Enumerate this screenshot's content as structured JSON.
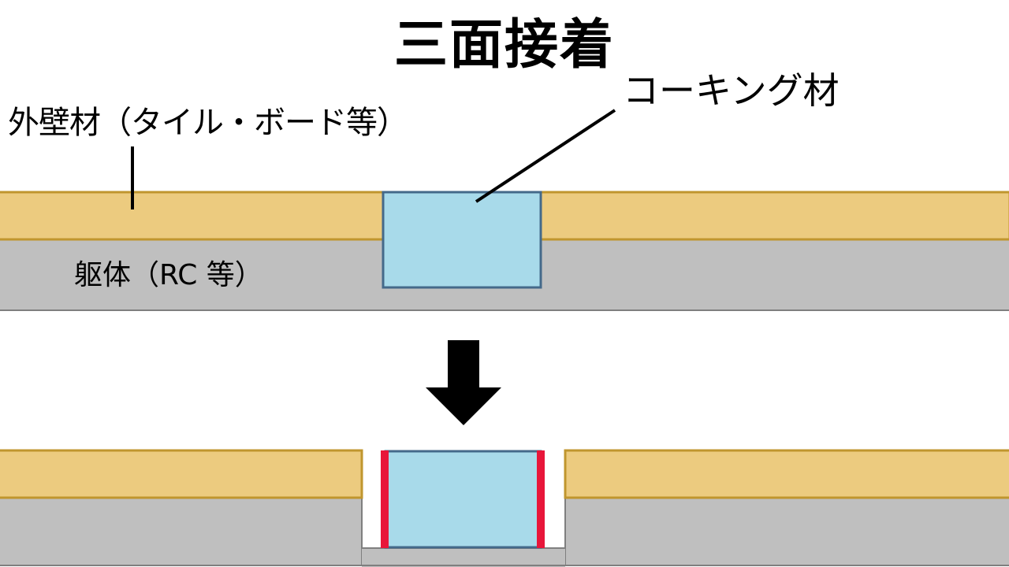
{
  "title": "三面接着",
  "labels": {
    "caulking": "コーキング材",
    "exterior_wall": "外壁材（タイル・ボード等）",
    "structure": "躯体（RC 等）"
  },
  "colors": {
    "exterior_wall_fill": "#eccb7f",
    "exterior_wall_stroke": "#c0962e",
    "structure_fill": "#bfbfbf",
    "structure_stroke": "#7f7f7f",
    "caulking_fill": "#a8daea",
    "caulking_stroke": "#44698a",
    "adhesion_line": "#e8163a",
    "arrow": "#000000"
  }
}
